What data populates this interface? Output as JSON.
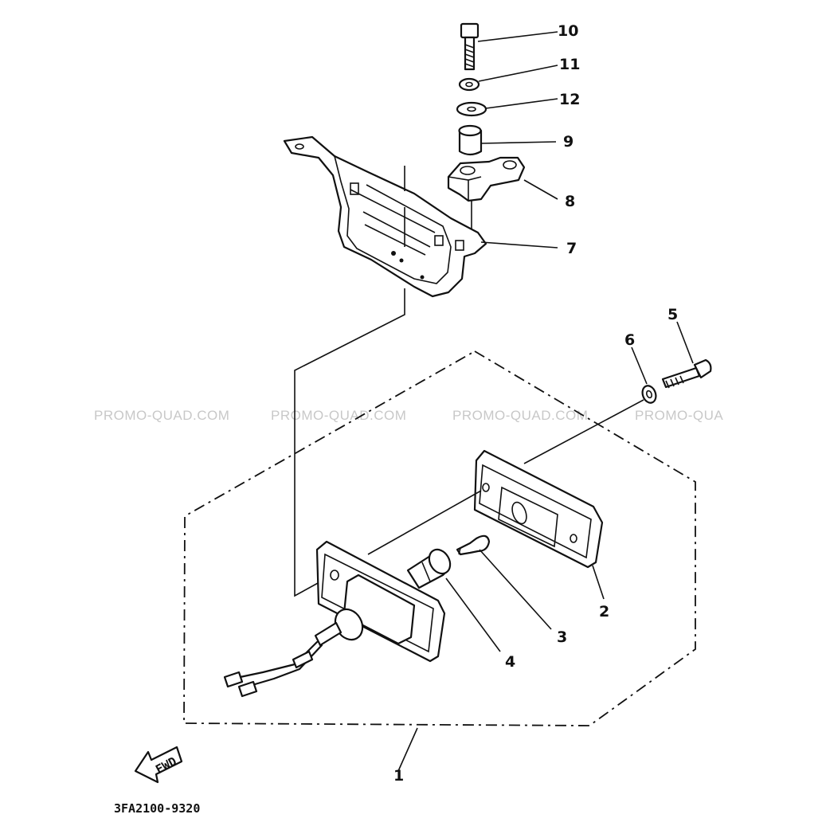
{
  "diagram": {
    "part_numbers": [
      "10",
      "11",
      "12",
      "9",
      "8",
      "7",
      "5",
      "6",
      "2",
      "3",
      "4",
      "1"
    ],
    "fwd_label": "FWD",
    "drawing_code": "3FA2100-9320",
    "watermarks": [
      "PROMO-QUAD.COM",
      "PROMO-QUAD.COM",
      "PROMO-QUAD.COM",
      "PROMO-QUA"
    ]
  }
}
